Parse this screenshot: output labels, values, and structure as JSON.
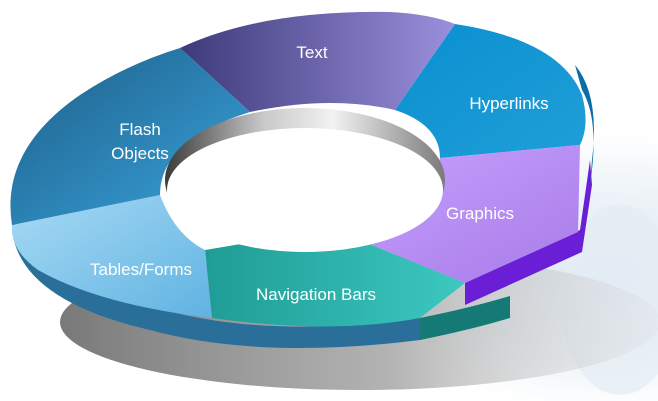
{
  "diagram": {
    "segments": [
      {
        "id": "text",
        "label_lines": [
          "Text"
        ],
        "color": "#7e6fb8"
      },
      {
        "id": "hyperlinks",
        "label_lines": [
          "Hyperlinks"
        ],
        "color": "#1a9ad6"
      },
      {
        "id": "graphics",
        "label_lines": [
          "Graphics"
        ],
        "color": "#b98cf0"
      },
      {
        "id": "navigation-bars",
        "label_lines": [
          "Navigation Bars"
        ],
        "color": "#2fb8b0"
      },
      {
        "id": "tables-forms",
        "label_lines": [
          "Tables/Forms"
        ],
        "color": "#7cc6ee"
      },
      {
        "id": "flash-objects",
        "label_lines": [
          "Flash",
          "Objects"
        ],
        "color": "#2a8ec6"
      }
    ]
  }
}
